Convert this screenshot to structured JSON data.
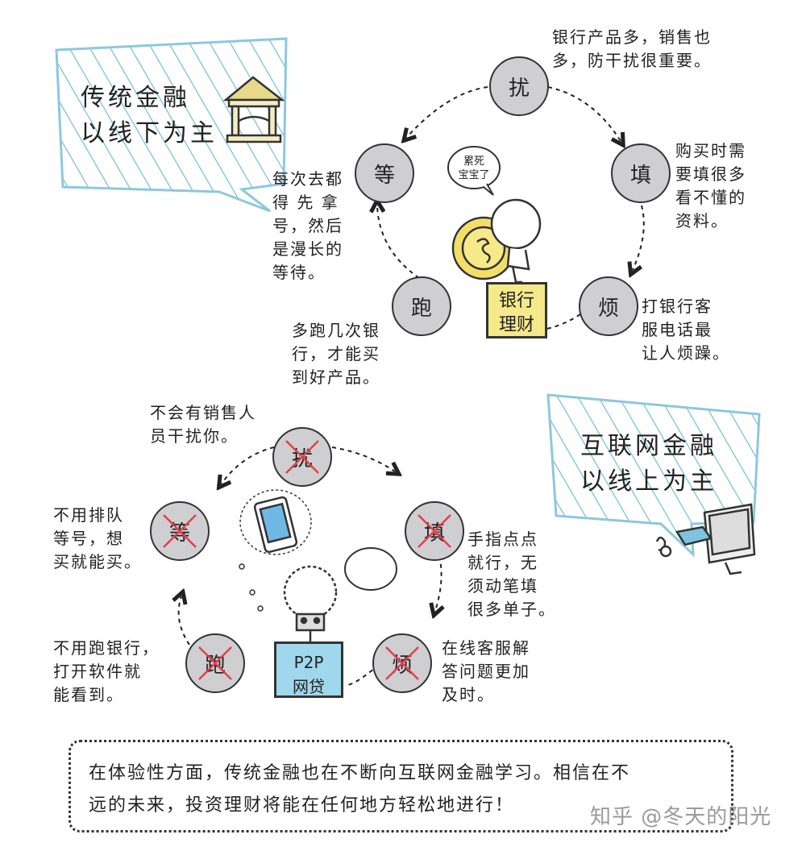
{
  "top_bubble": {
    "text": "传统金融\n以线下为主"
  },
  "bottom_bubble": {
    "text": "互联网金融\n以线上为主"
  },
  "top_cycle": {
    "nodes": [
      "扰",
      "填",
      "烦",
      "跑",
      "等"
    ],
    "annotations": {
      "rao": "银行产品多，销售也\n多，防干扰很重要。",
      "tian": "购买时需\n要填很多\n看不懂的\n资料。",
      "fan": "打银行客\n服电话最\n让人烦躁。",
      "pao": "多跑几次银\n行，才能买\n到好产品。",
      "deng": "每次去都\n得 先 拿\n号，然后\n是漫长的\n等待。"
    },
    "speech": "累死\n宝宝了",
    "sign": "银行\n理财"
  },
  "bottom_cycle": {
    "nodes": [
      "扰",
      "填",
      "烦",
      "跑",
      "等"
    ],
    "annotations": {
      "rao": "不会有销售人\n员干扰你。",
      "tian": "手指点点\n就行，无\n须动笔填\n很多单子。",
      "fan": "在线客服解\n答问题更加\n及时。",
      "pao": "不用跑银行，\n打开软件就\n能看到。",
      "deng": "不用排队\n等号，想\n买就能买。"
    },
    "sign": "P2P\n网贷"
  },
  "footer": {
    "text": "在体验性方面，传统金融也在不断向互联网金融学习。相信在不\n远的未来，投资理财将能在任何地方轻松地进行！"
  },
  "watermark": "知乎 @冬天的阳光",
  "colors": {
    "bubble_border": "#8ec8dc",
    "hatch": "#8ec8dc",
    "node_fill": "#cfcfd1",
    "cross": "#e0414b",
    "sign_yellow": "#f6e98a",
    "sign_blue": "#9fd8ec",
    "coin": "#f2df6a"
  }
}
